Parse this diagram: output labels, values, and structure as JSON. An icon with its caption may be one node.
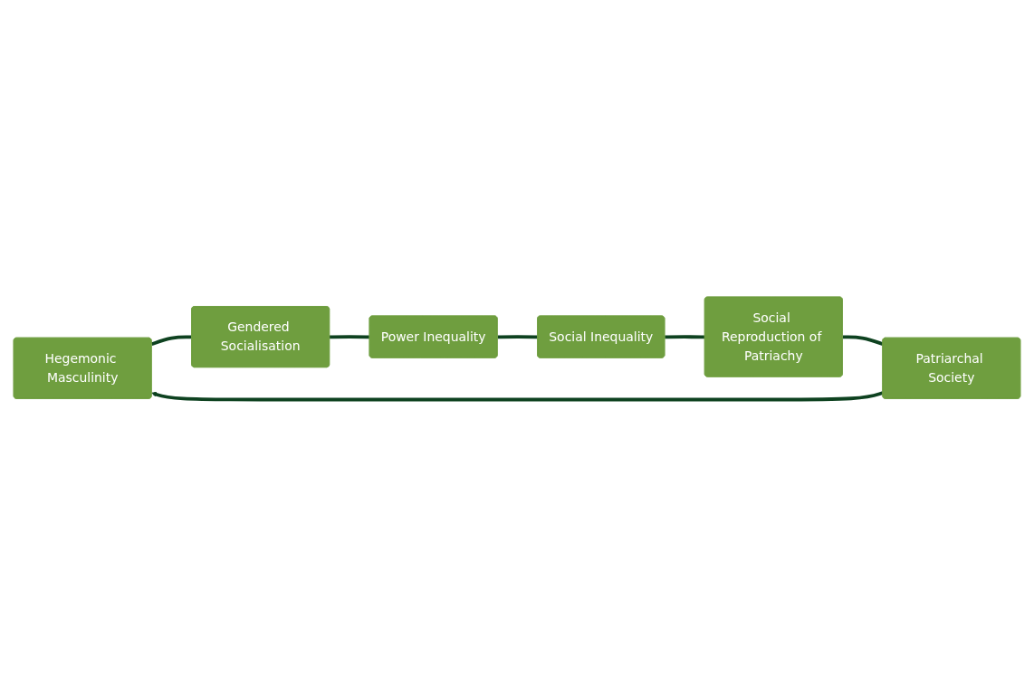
{
  "diagram": {
    "nodes": [
      {
        "text": [
          "Hegemonic Masculinity"
        ]
      },
      {
        "text": [
          "Gendered Socialisation"
        ]
      },
      {
        "text": [
          "Power Inequality"
        ]
      },
      {
        "text": [
          "Social Inequality"
        ]
      },
      {
        "text": [
          "Social Reproduction of Patriachy"
        ]
      },
      {
        "text": [
          "Patriarchal Society"
        ]
      }
    ],
    "edges": [
      {
        "from": 0,
        "to": 1,
        "arrow": "none"
      },
      {
        "from": 1,
        "to": 2,
        "arrow": "none"
      },
      {
        "from": 2,
        "to": 3,
        "arrow": "none"
      },
      {
        "from": 3,
        "to": 4,
        "arrow": "none"
      },
      {
        "from": 4,
        "to": 5,
        "arrow": "none"
      },
      {
        "from": 5,
        "to": 0,
        "arrow": "to"
      }
    ]
  }
}
